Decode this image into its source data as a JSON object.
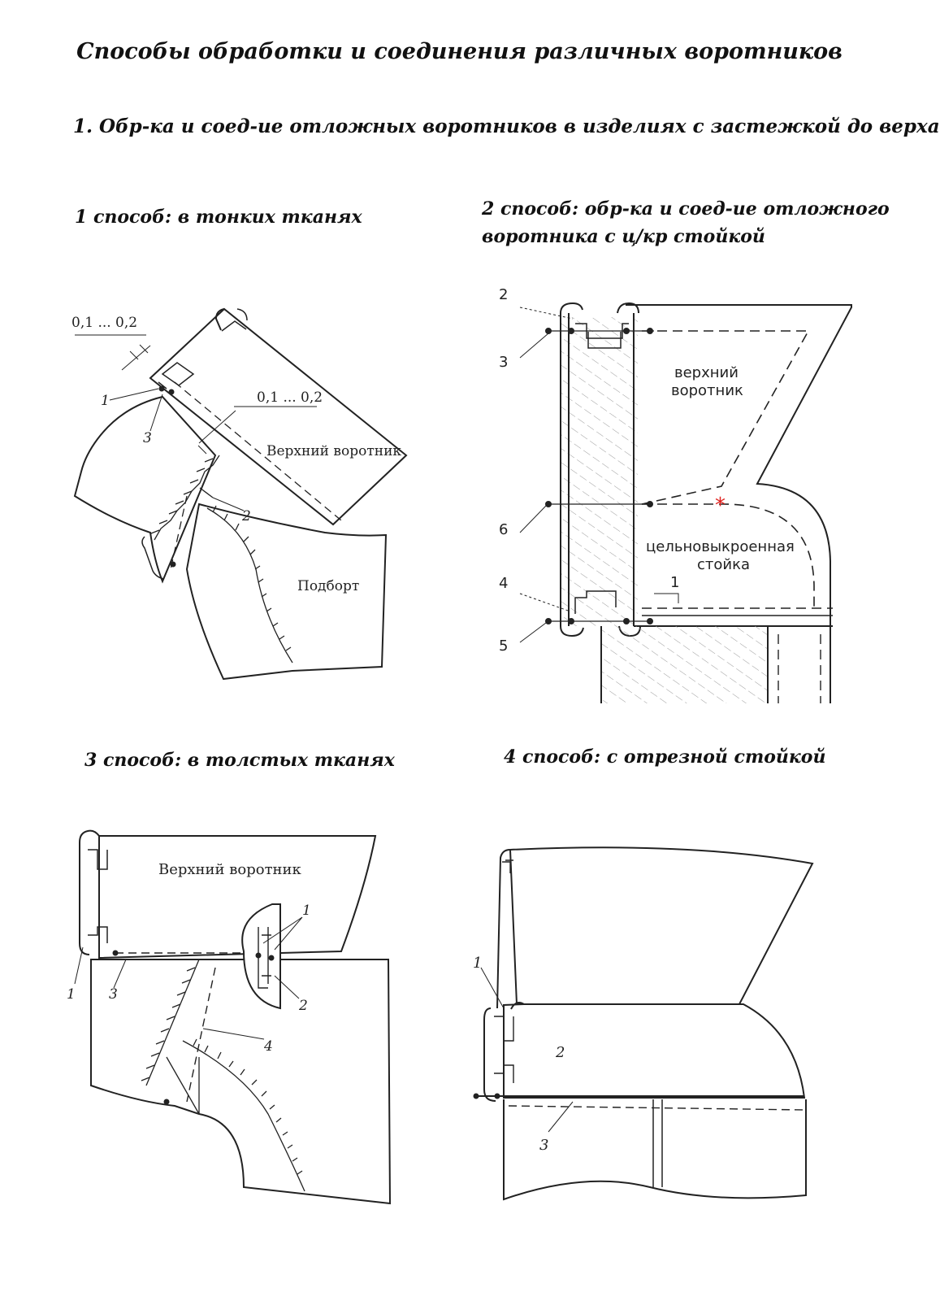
{
  "title": "Способы обработки и соединения различных воротников",
  "subtitle": "1. Обр-ка и соед-ие отложных  воротников в изделиях с застежкой до верха",
  "methods": [
    {
      "heading": "1 способ: в тонких тканях",
      "labels": {
        "dim_1": "0,1 ... 0,2",
        "dim_2": "0,1 ... 0,2",
        "upper_collar": "Верхний воротник",
        "facing": "Подборт",
        "n1": "1",
        "n2": "2",
        "n3": "3"
      }
    },
    {
      "heading_line1": "2 способ: обр-ка и соед-ие отложного",
      "heading_line2": "воротника с ц/кр стойкой",
      "labels": {
        "upper_collar_1": "верхний",
        "upper_collar_2": "воротник",
        "stand_1": "цельновыкроенная",
        "stand_2": "стойка",
        "n1": "1",
        "n2": "2",
        "n3": "3",
        "n4": "4",
        "n5": "5",
        "n6": "6",
        "star": "*"
      }
    },
    {
      "heading": "3 способ: в толстых тканях",
      "labels": {
        "upper_collar": "Верхний воротник",
        "n1a": "1",
        "n1b": "1",
        "n2": "2",
        "n3": "3",
        "n4": "4"
      }
    },
    {
      "heading": "4 способ: с отрезной стойкой",
      "labels": {
        "n1": "1",
        "n2": "2",
        "n3": "3"
      }
    }
  ],
  "colors": {
    "ink": "#111111",
    "accent_star": "#e0201c",
    "hatch": "#8a8a8a"
  }
}
